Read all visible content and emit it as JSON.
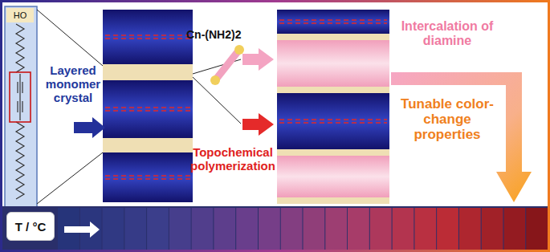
{
  "diagram": {
    "nodes": [
      {
        "text": [
          "HO"
        ]
      },
      {
        "text": [
          "T / °C"
        ]
      }
    ],
    "labels": [
      "Layered monomer crystal",
      "Cn-(NH2)2",
      "Topochemical polymerization",
      "Intercalation of diamine",
      "Tunable color-change properties"
    ]
  }
}
